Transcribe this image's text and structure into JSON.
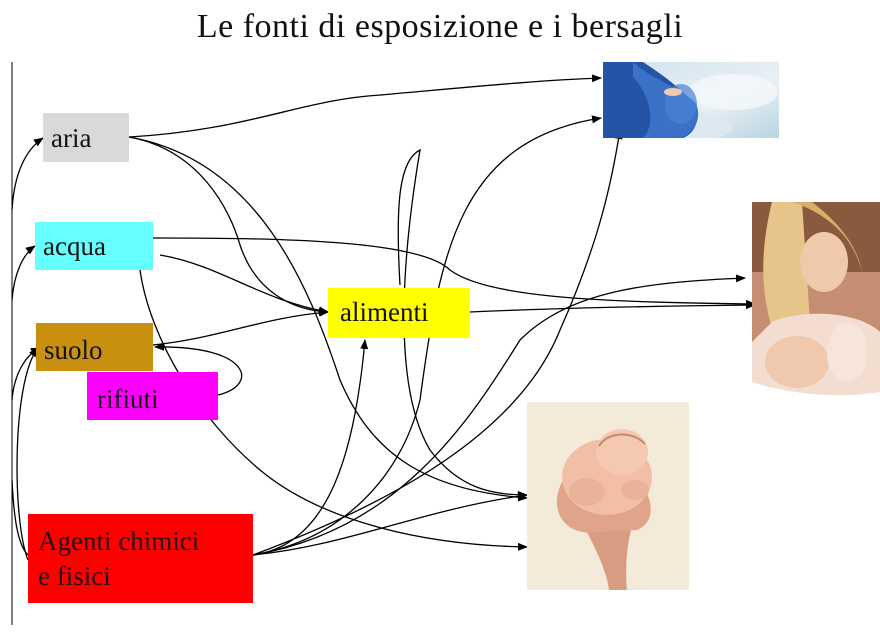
{
  "title": "Le fonti di esposizione e i bersagli",
  "sources": {
    "aria": "aria",
    "acqua": "acqua",
    "suolo": "suolo",
    "rifiuti": "rifiuti",
    "alimenti": "alimenti",
    "agenti_line1": "Agenti chimici",
    "agenti_line2": "e fisici"
  },
  "colors": {
    "aria": "#d9d9d9",
    "acqua": "#66ffff",
    "suolo": "#c8900e",
    "rifiuti": "#ff00ff",
    "alimenti": "#ffff00",
    "agenti": "#ff0000"
  },
  "targets": [
    {
      "id": "pregnant-woman",
      "icon": "pregnant-woman-photo"
    },
    {
      "id": "breastfeeding-mother",
      "icon": "breastfeeding-mother-photo"
    },
    {
      "id": "newborn-baby",
      "icon": "newborn-baby-in-hands-photo"
    }
  ]
}
